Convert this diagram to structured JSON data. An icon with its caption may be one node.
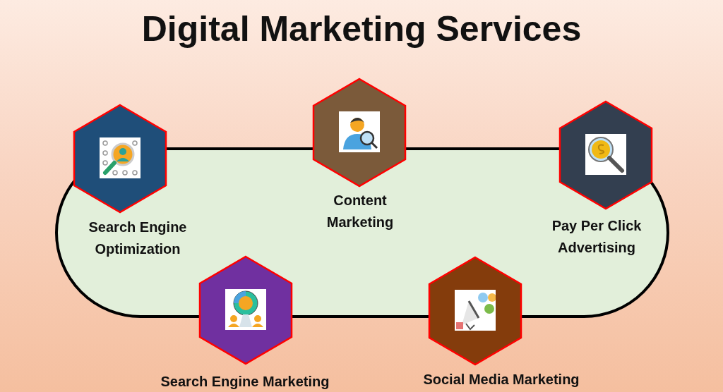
{
  "diagram": {
    "title": "Digital Marketing Services",
    "nodes": [
      {
        "text": [
          "Search Engine Optimization"
        ]
      },
      {
        "text": [
          "Content Marketing"
        ]
      },
      {
        "text": [
          "Pay Per Click Advertising"
        ]
      },
      {
        "text": [
          "Search Engine Marketing"
        ]
      },
      {
        "text": [
          "Social Media Marketing"
        ]
      }
    ],
    "edges": []
  }
}
